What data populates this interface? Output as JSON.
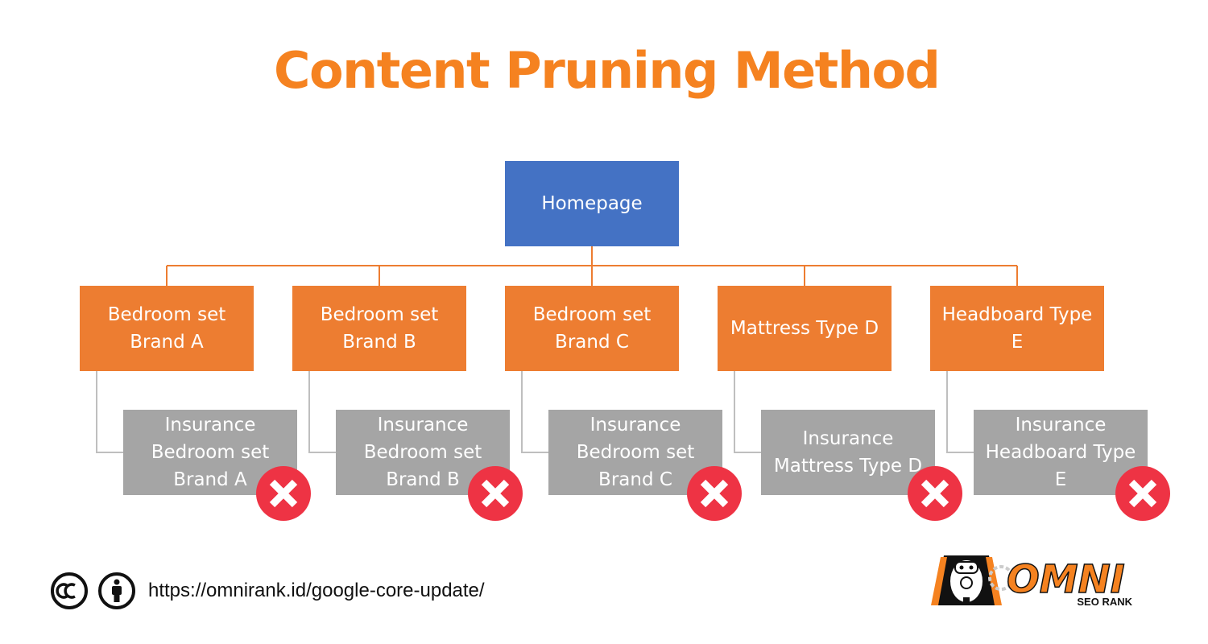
{
  "title": "Content Pruning Method",
  "colors": {
    "title": "#f58220",
    "root": "#4472c4",
    "category": "#ed7d31",
    "insurance": "#a5a5a5",
    "reject": "#ee3344",
    "connector_top": "#ed7d31",
    "connector_child": "#bfbfbf"
  },
  "tree": {
    "root": {
      "label": "Homepage"
    },
    "categories": [
      {
        "label": "Bedroom set\nBrand A",
        "child": "Insurance\nBedroom set\nBrand A",
        "status": "rejected"
      },
      {
        "label": "Bedroom set\nBrand B",
        "child": "Insurance\nBedroom set\nBrand B",
        "status": "rejected"
      },
      {
        "label": "Bedroom set\nBrand C",
        "child": "Insurance\nBedroom set\nBrand C",
        "status": "rejected"
      },
      {
        "label": "Mattress Type D",
        "child": "Insurance\nMattress Type D",
        "status": "rejected"
      },
      {
        "label": "Headboard Type\nE",
        "child": "Insurance\nHeadboard Type\nE",
        "status": "rejected"
      }
    ]
  },
  "footer": {
    "license_icons": [
      "cc-icon",
      "attribution-icon"
    ],
    "url": "https://omnirank.id/google-core-update/"
  },
  "logo": {
    "name": "OMNI",
    "tagline": "SEO RANK"
  }
}
